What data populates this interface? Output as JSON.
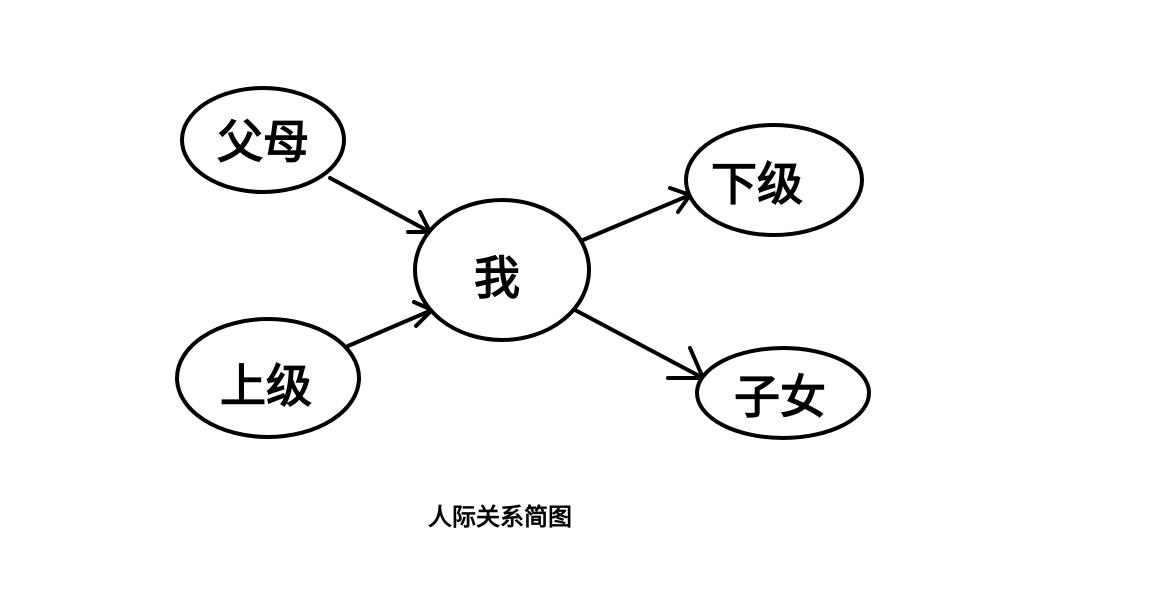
{
  "nodes": {
    "parents": "父母",
    "me": "我",
    "subordinate": "下级",
    "superior": "上级",
    "children": "子女"
  },
  "edges": [
    {
      "from": "父母",
      "to": "我"
    },
    {
      "from": "上级",
      "to": "我"
    },
    {
      "from": "我",
      "to": "下级"
    },
    {
      "from": "我",
      "to": "子女"
    }
  ],
  "caption": "人际关系简图"
}
